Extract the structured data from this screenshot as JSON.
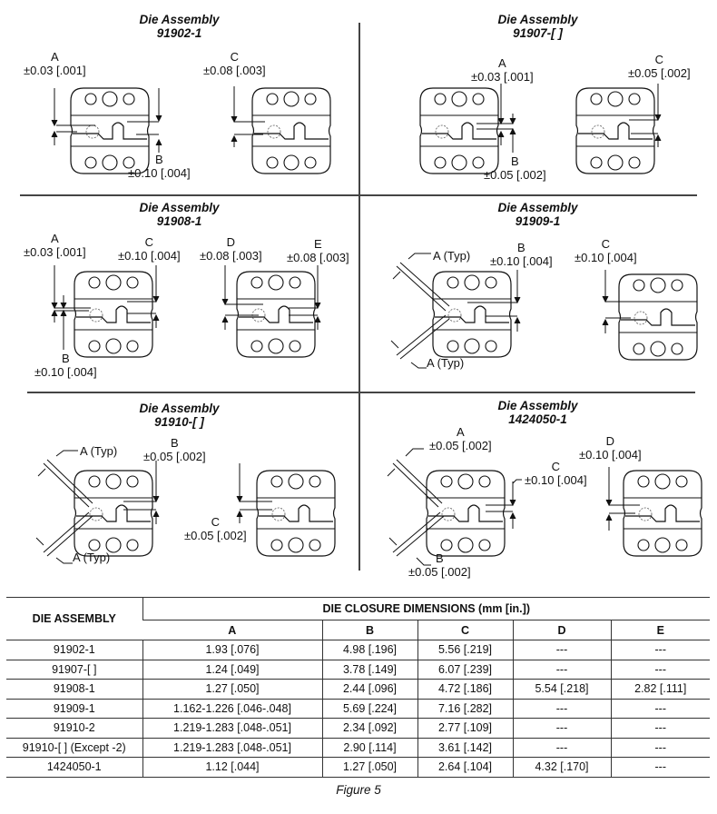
{
  "figure_caption": "Figure 5",
  "panels": [
    {
      "title": "Die Assembly",
      "part": "91902-1",
      "dims": [
        {
          "letter": "A",
          "tol": "±0.03 [.001]"
        },
        {
          "letter": "B",
          "tol": "±0.10 [.004]"
        },
        {
          "letter": "C",
          "tol": "±0.08 [.003]"
        }
      ]
    },
    {
      "title": "Die Assembly",
      "part": "91907-[ ]",
      "dims": [
        {
          "letter": "A",
          "tol": "±0.03 [.001]"
        },
        {
          "letter": "B",
          "tol": "±0.05 [.002]"
        },
        {
          "letter": "C",
          "tol": "±0.05 [.002]"
        }
      ]
    },
    {
      "title": "Die Assembly",
      "part": "91908-1",
      "dims": [
        {
          "letter": "A",
          "tol": "±0.03 [.001]"
        },
        {
          "letter": "B",
          "tol": "±0.10 [.004]"
        },
        {
          "letter": "C",
          "tol": "±0.10 [.004]"
        },
        {
          "letter": "D",
          "tol": "±0.08 [.003]"
        },
        {
          "letter": "E",
          "tol": "±0.08 [.003]"
        }
      ]
    },
    {
      "title": "Die Assembly",
      "part": "91909-1",
      "dims": [
        {
          "letter": "A (Typ)",
          "tol": ""
        },
        {
          "letter": "A (Typ)",
          "tol": ""
        },
        {
          "letter": "B",
          "tol": "±0.10 [.004]"
        },
        {
          "letter": "C",
          "tol": "±0.10 [.004]"
        }
      ]
    },
    {
      "title": "Die Assembly",
      "part": "91910-[ ]",
      "dims": [
        {
          "letter": "A (Typ)",
          "tol": ""
        },
        {
          "letter": "A (Typ)",
          "tol": ""
        },
        {
          "letter": "B",
          "tol": "±0.05 [.002]"
        },
        {
          "letter": "C",
          "tol": "±0.05 [.002]"
        }
      ]
    },
    {
      "title": "Die Assembly",
      "part": "1424050-1",
      "dims": [
        {
          "letter": "A",
          "tol": "±0.05 [.002]"
        },
        {
          "letter": "B",
          "tol": "±0.05 [.002]"
        },
        {
          "letter": "C",
          "tol": "±0.10 [.004]"
        },
        {
          "letter": "D",
          "tol": "±0.10 [.004]"
        }
      ]
    }
  ],
  "table": {
    "row_header": "DIE ASSEMBLY",
    "group_header": "DIE CLOSURE DIMENSIONS (mm [in.])",
    "columns": [
      "A",
      "B",
      "C",
      "D",
      "E"
    ],
    "rows": [
      {
        "assembly": "91902-1",
        "values": [
          "1.93 [.076]",
          "4.98 [.196]",
          "5.56 [.219]",
          "---",
          "---"
        ]
      },
      {
        "assembly": "91907-[ ]",
        "values": [
          "1.24 [.049]",
          "3.78 [.149]",
          "6.07 [.239]",
          "---",
          "---"
        ]
      },
      {
        "assembly": "91908-1",
        "values": [
          "1.27 [.050]",
          "2.44 [.096]",
          "4.72 [.186]",
          "5.54 [.218]",
          "2.82 [.111]"
        ]
      },
      {
        "assembly": "91909-1",
        "values": [
          "1.162-1.226 [.046-.048]",
          "5.69 [.224]",
          "7.16 [.282]",
          "---",
          "---"
        ]
      },
      {
        "assembly": "91910-2",
        "values": [
          "1.219-1.283 [.048-.051]",
          "2.34 [.092]",
          "2.77 [.109]",
          "---",
          "---"
        ]
      },
      {
        "assembly": "91910-[ ] (Except -2)",
        "values": [
          "1.219-1.283 [.048-.051]",
          "2.90 [.114]",
          "3.61 [.142]",
          "---",
          "---"
        ]
      },
      {
        "assembly": "1424050-1",
        "values": [
          "1.12 [.044]",
          "1.27 [.050]",
          "2.64 [.104]",
          "4.32 [.170]",
          "---"
        ]
      }
    ]
  }
}
